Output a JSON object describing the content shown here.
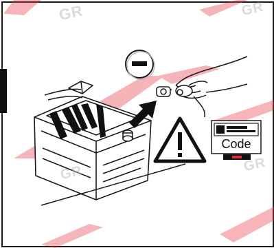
{
  "watermark": {
    "text": "GR"
  },
  "code_label": "Code",
  "icon_names": [
    "minus-sign-icon",
    "warning-icon",
    "radio-code-icon",
    "battery-illustration"
  ],
  "colors": {
    "watermark_red": "#e52b36",
    "line": "#1a1a1a"
  }
}
